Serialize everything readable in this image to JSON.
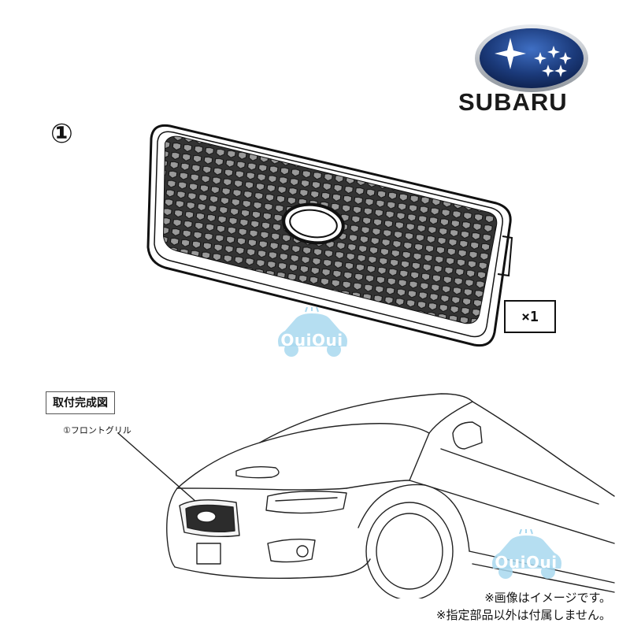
{
  "brand": {
    "name": "SUBARU",
    "logo_icon": "subaru-pleiades-logo-icon",
    "colors": {
      "oval": "#1b3a7a",
      "stars": "#ffffff",
      "rim": "#b9bec6"
    }
  },
  "product": {
    "part_number": "①",
    "quantity": "×1",
    "image_icon": "front-grille-drawing-icon"
  },
  "watermark": {
    "text": "OuiOui",
    "color": "#a8d8ef"
  },
  "installation": {
    "section_label": "取付完成図",
    "part_label": "①フロントグリル",
    "image_icon": "car-front-line-drawing-icon"
  },
  "notes": [
    "※画像はイメージです。",
    "※指定部品以外は付属しません。"
  ]
}
